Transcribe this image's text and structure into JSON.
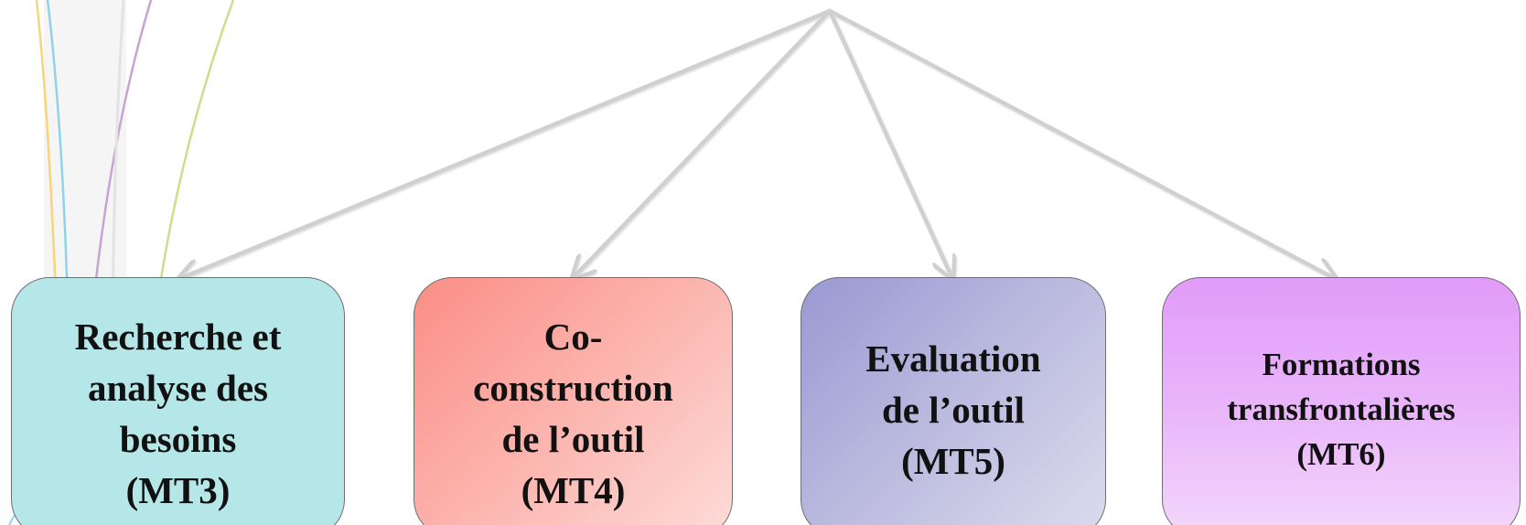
{
  "diagram": {
    "boxes": [
      {
        "id": "mt3",
        "lines": [
          "Recherche et",
          "analyse des",
          "besoins",
          "(MT3)"
        ]
      },
      {
        "id": "mt4",
        "lines": [
          "Co-",
          "construction",
          "de l’outil",
          "(MT4)"
        ]
      },
      {
        "id": "mt5",
        "lines": [
          "Evaluation",
          "de l’outil",
          "(MT5)"
        ]
      },
      {
        "id": "mt6",
        "lines": [
          "Formations",
          "transfrontalières",
          "(MT6)"
        ]
      }
    ],
    "colors": {
      "arrow": "#d0d0d0",
      "mt3": "#b5e6e8",
      "mt4": "#fa8e86",
      "mt5": "#9a98d2",
      "mt6": "#e19bf9"
    }
  }
}
